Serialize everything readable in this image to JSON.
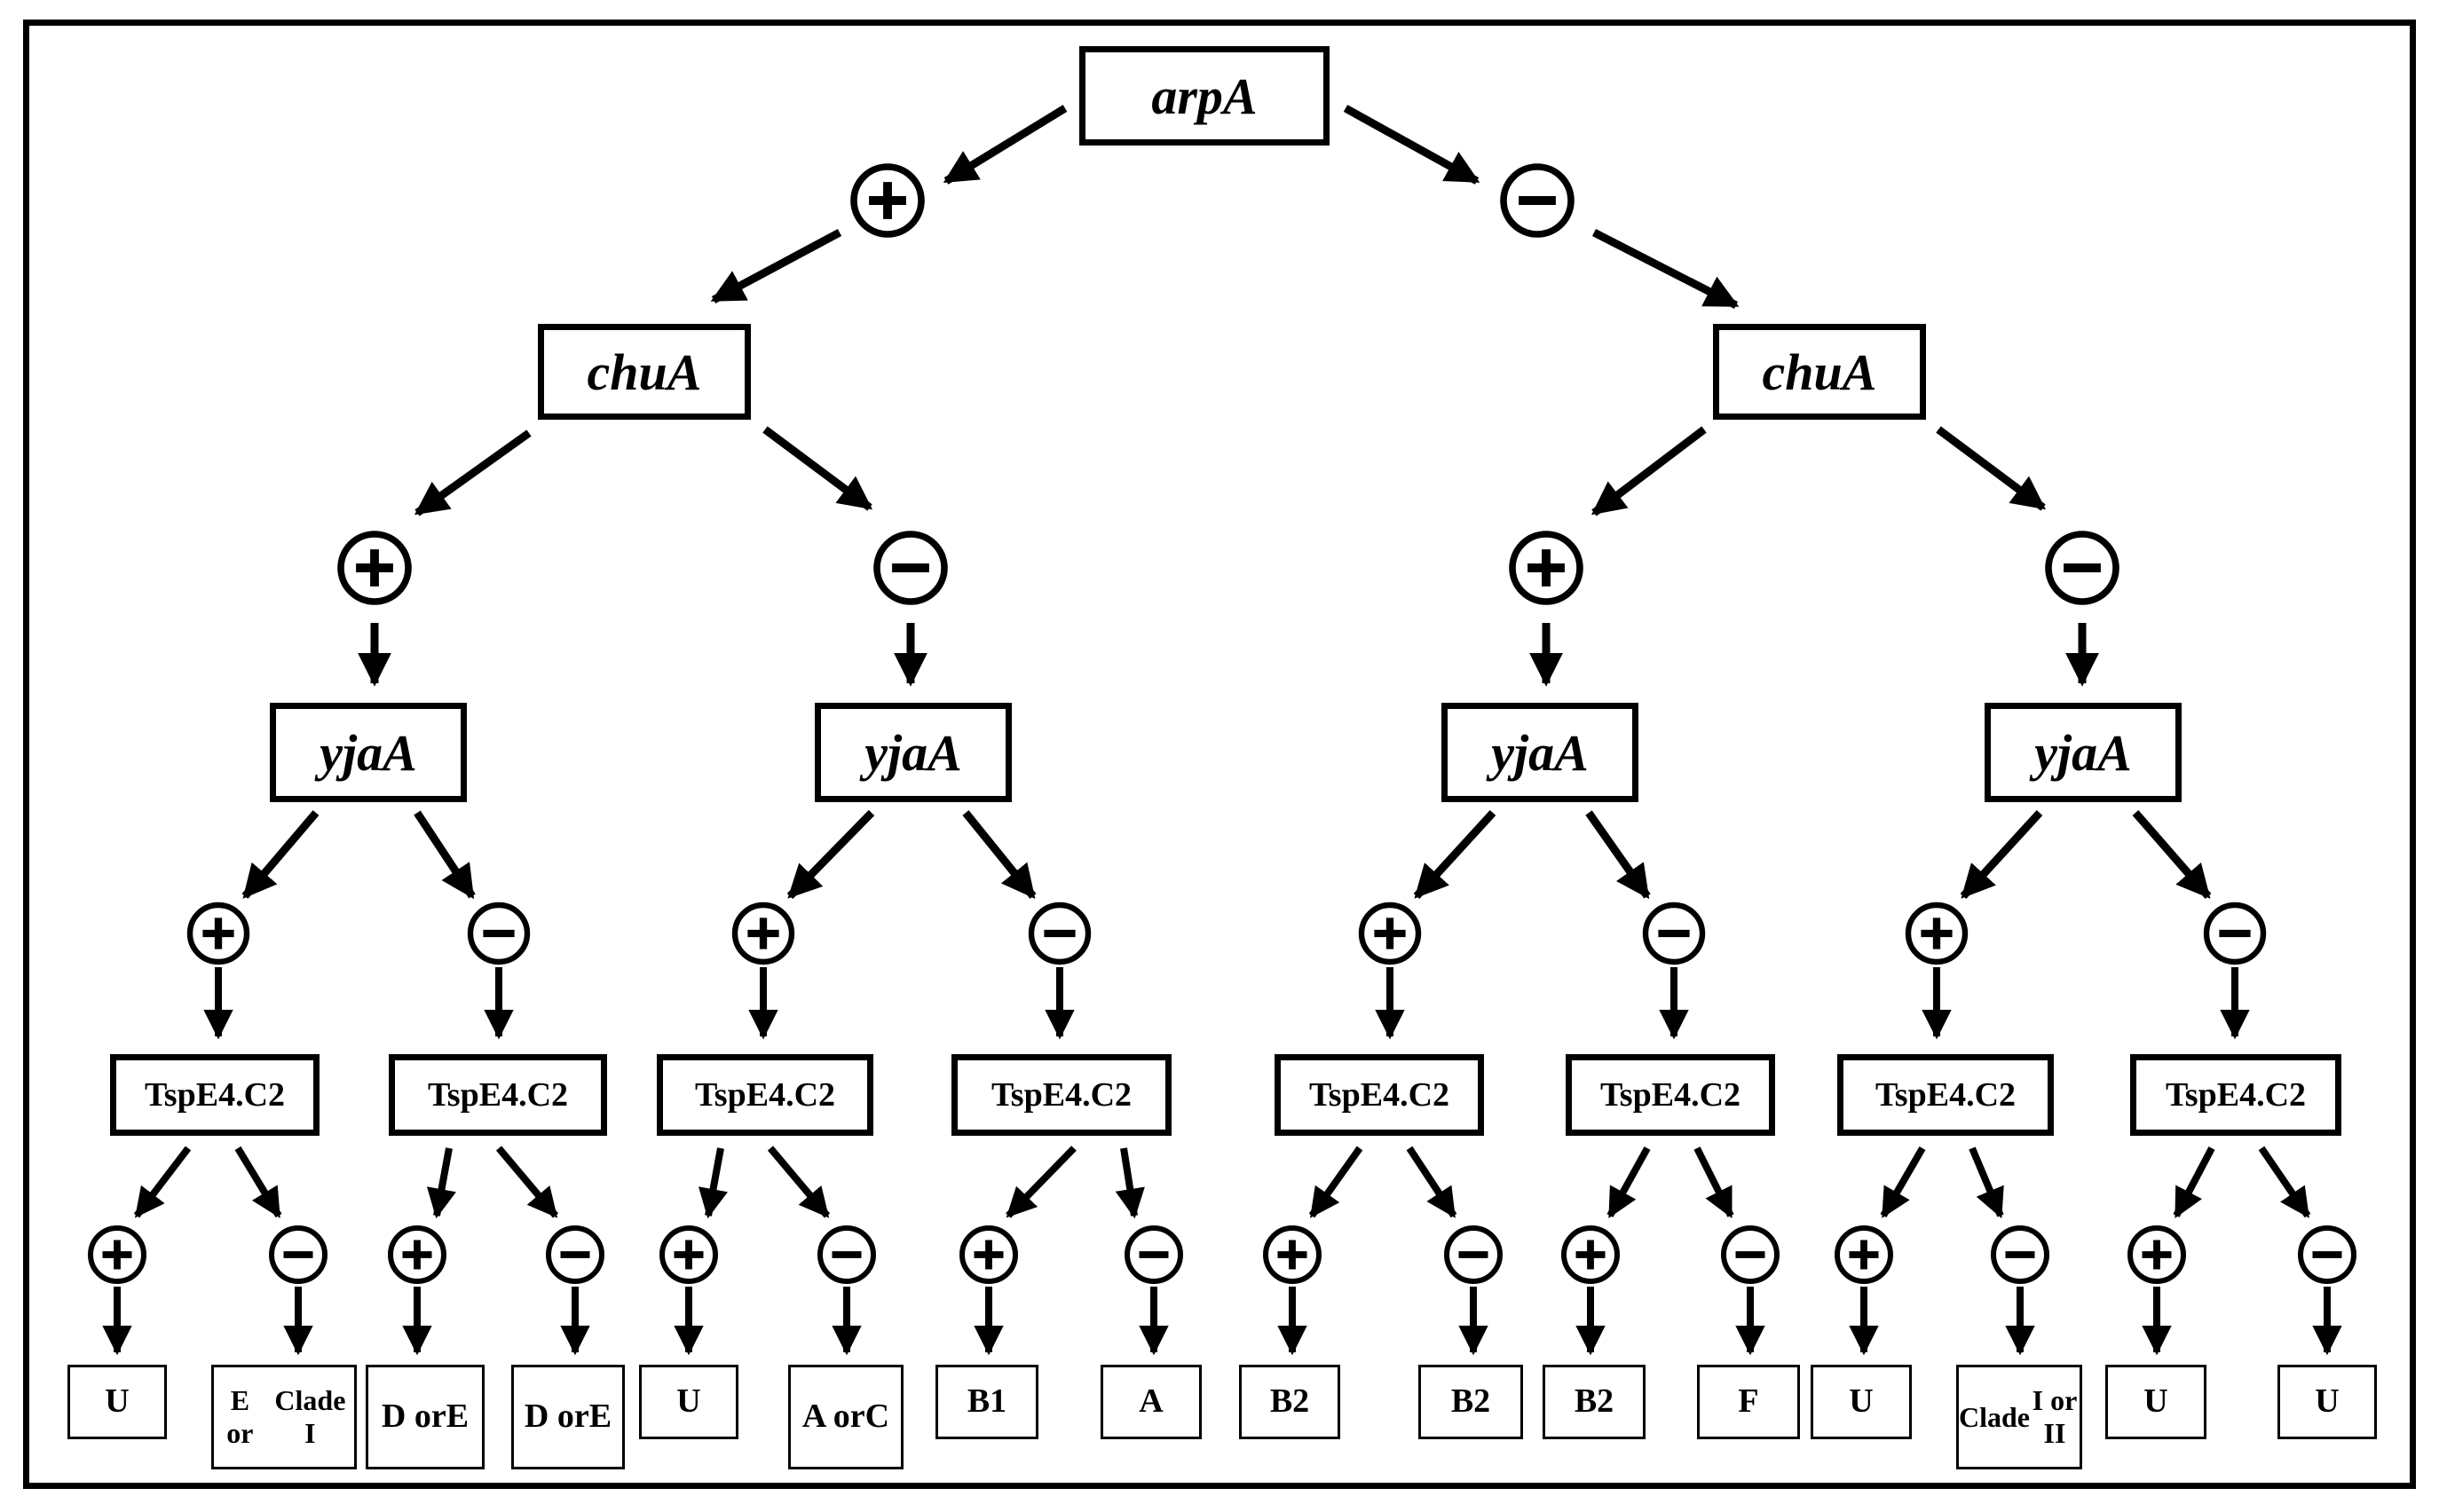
{
  "diagram": {
    "root": {
      "label": "arpA"
    },
    "level2": [
      {
        "label": "chuA"
      },
      {
        "label": "chuA"
      }
    ],
    "level3": [
      {
        "label": "yjaA"
      },
      {
        "label": "yjaA"
      },
      {
        "label": "yjaA"
      },
      {
        "label": "yjaA"
      }
    ],
    "level4": [
      {
        "label": "TspE4.C2"
      },
      {
        "label": "TspE4.C2"
      },
      {
        "label": "TspE4.C2"
      },
      {
        "label": "TspE4.C2"
      },
      {
        "label": "TspE4.C2"
      },
      {
        "label": "TspE4.C2"
      },
      {
        "label": "TspE4.C2"
      },
      {
        "label": "TspE4.C2"
      }
    ],
    "results": [
      {
        "lines": [
          "U"
        ]
      },
      {
        "lines": [
          "E or",
          "Clade I"
        ]
      },
      {
        "lines": [
          "D or",
          "E"
        ]
      },
      {
        "lines": [
          "D or",
          "E"
        ]
      },
      {
        "lines": [
          "U"
        ]
      },
      {
        "lines": [
          "A or",
          "C"
        ]
      },
      {
        "lines": [
          "B1"
        ]
      },
      {
        "lines": [
          "A"
        ]
      },
      {
        "lines": [
          "B2"
        ]
      },
      {
        "lines": [
          "B2"
        ]
      },
      {
        "lines": [
          "B2"
        ]
      },
      {
        "lines": [
          "F"
        ]
      },
      {
        "lines": [
          "U"
        ]
      },
      {
        "lines": [
          "Clade",
          "I or II"
        ]
      },
      {
        "lines": [
          "U"
        ]
      },
      {
        "lines": [
          "U"
        ]
      }
    ],
    "signs": {
      "positive": "plus-icon",
      "negative": "minus-icon"
    }
  }
}
